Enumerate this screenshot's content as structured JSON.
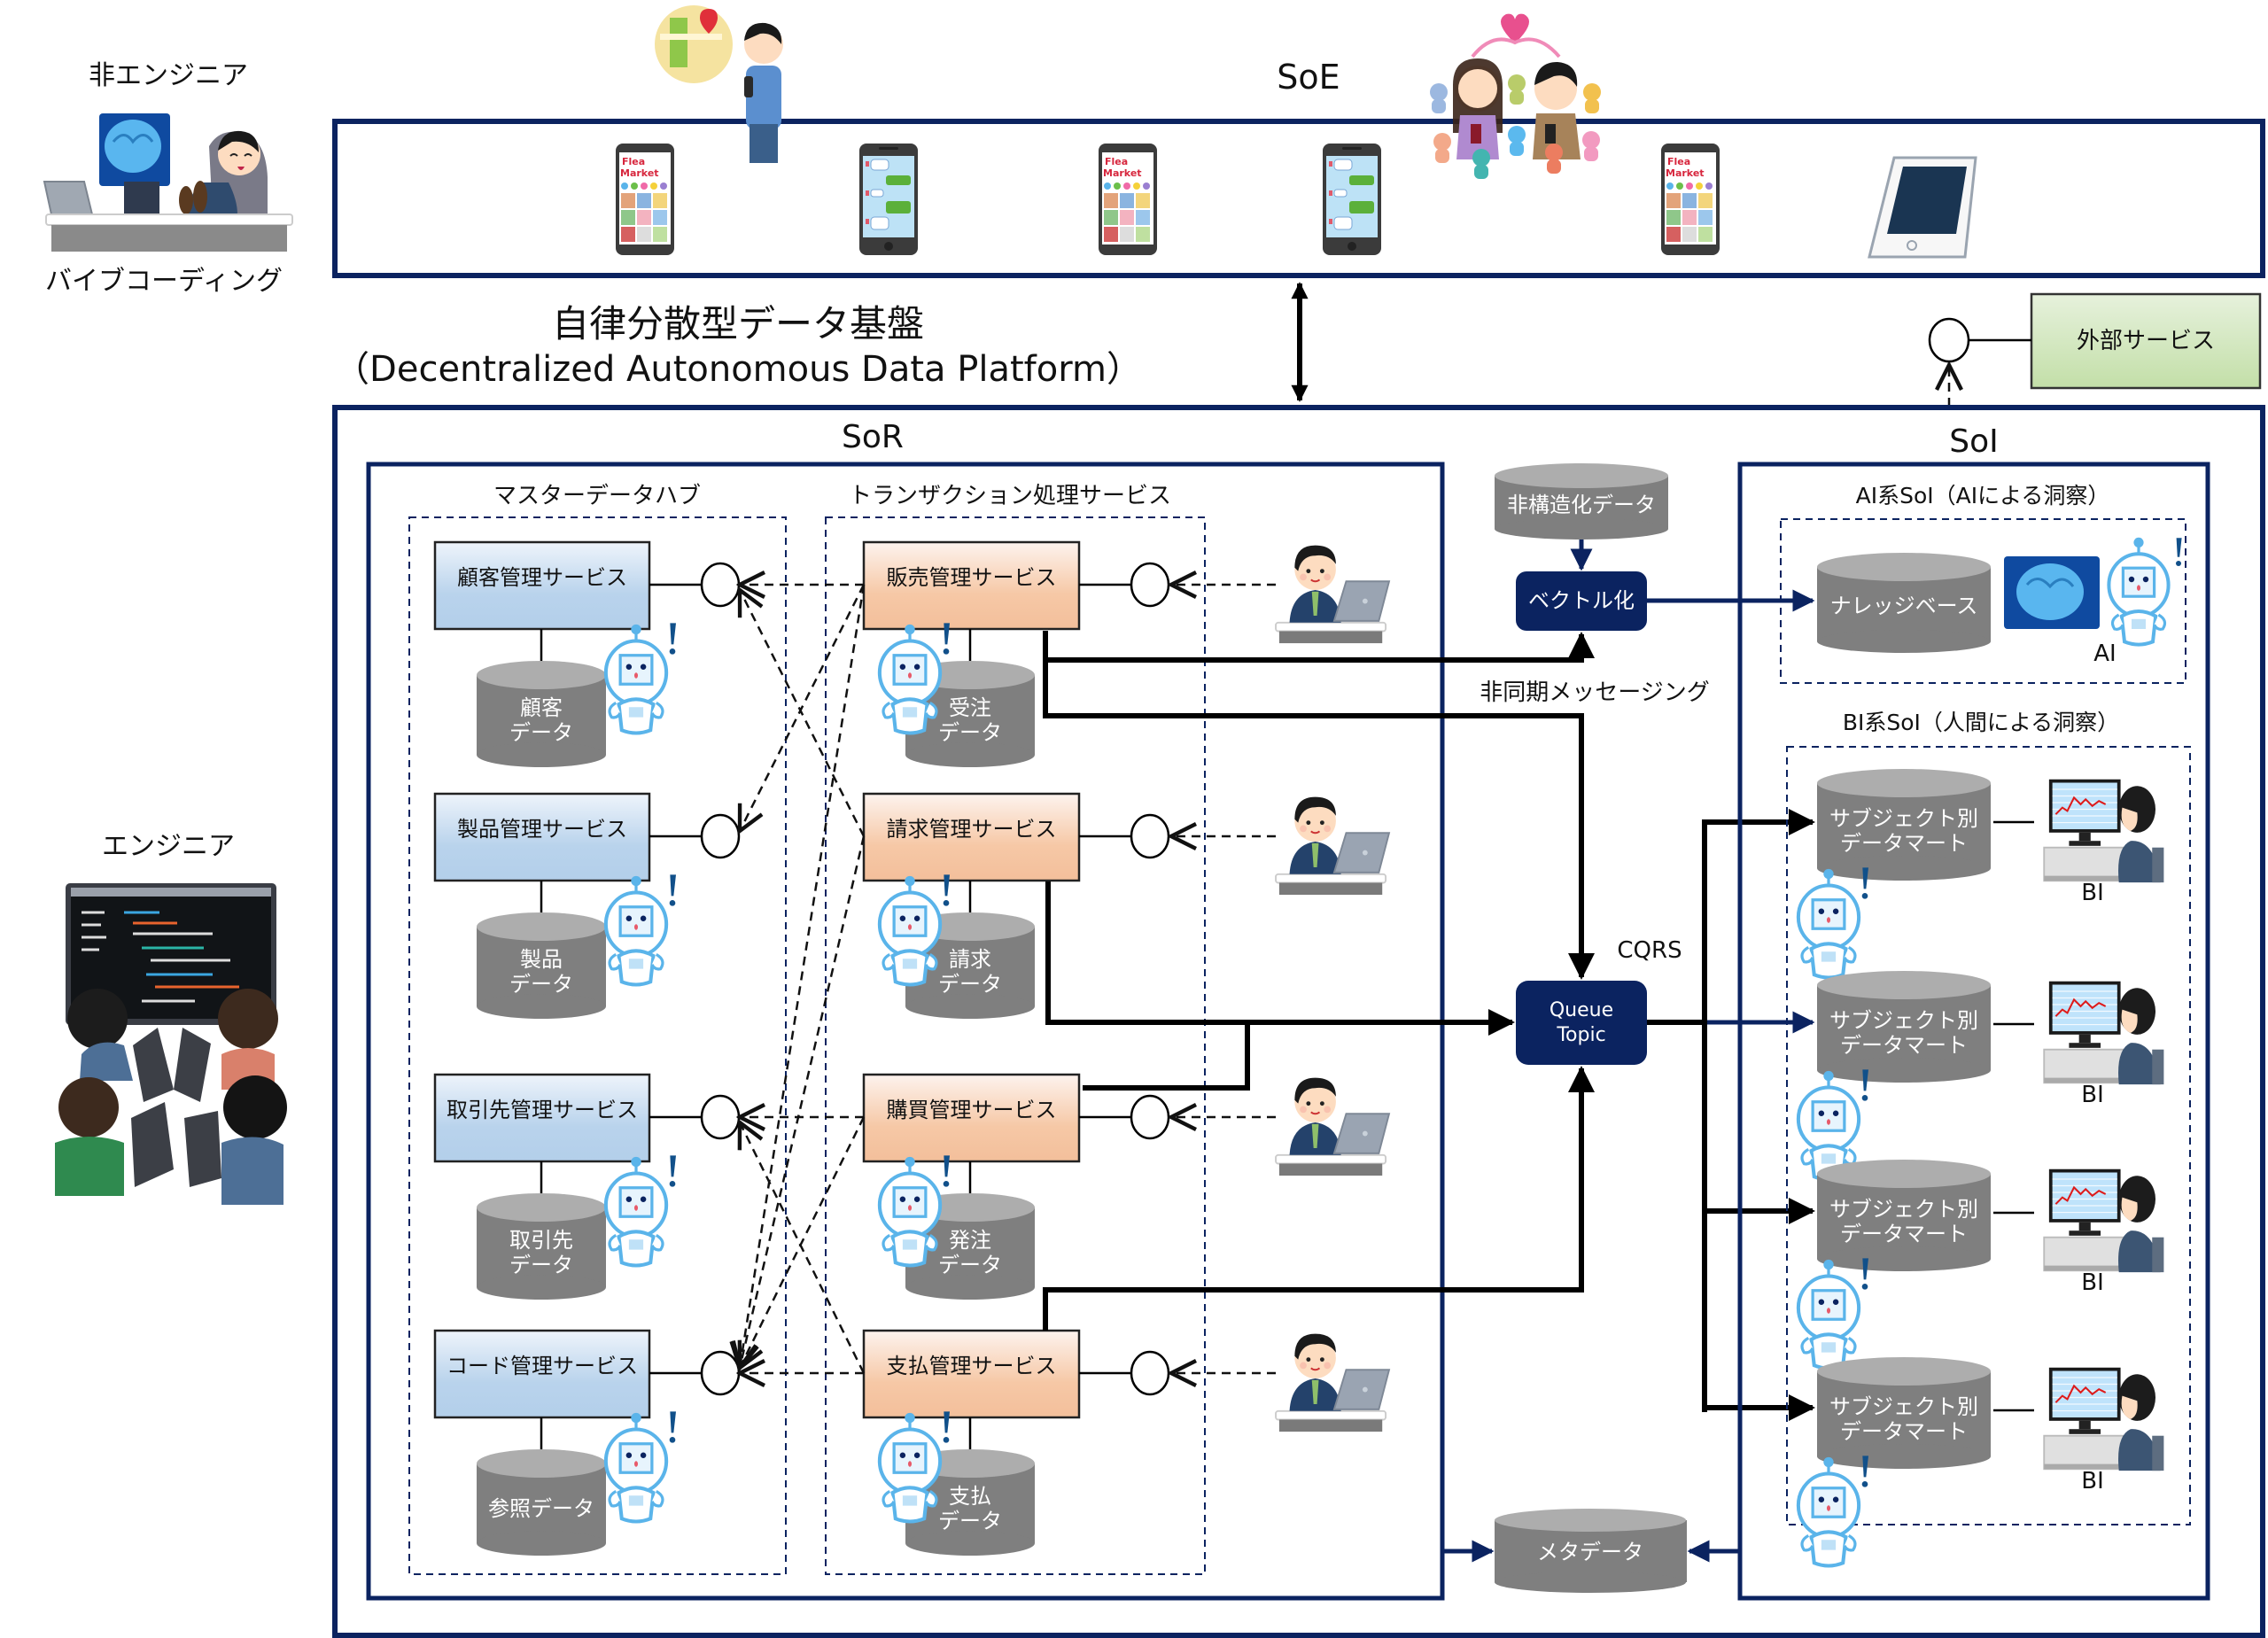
{
  "actors": {
    "non_engineer": {
      "title": "非エンジニア",
      "caption": "バイブコーディング",
      "icon": "relaxing-person-with-ai-brain-icon"
    },
    "engineer": {
      "title": "エンジニア",
      "icon": "engineering-team-icon"
    }
  },
  "soe": {
    "title": "SoE",
    "devices": [
      {
        "type": "flea-market-phone",
        "screen_title": [
          "Flea",
          "Market"
        ]
      },
      {
        "type": "chat-phone"
      },
      {
        "type": "flea-market-phone",
        "screen_title": [
          "Flea",
          "Market"
        ]
      },
      {
        "type": "chat-phone"
      },
      {
        "type": "flea-market-phone",
        "screen_title": [
          "Flea",
          "Market"
        ]
      },
      {
        "type": "tablet"
      }
    ]
  },
  "platform": {
    "title": "自律分散型データ基盤",
    "subtitle": "（Decentralized Autonomous Data Platform）"
  },
  "external": {
    "label": "外部サービス"
  },
  "sor": {
    "title": "SoR",
    "master_hub": {
      "title": "マスターデータハブ",
      "services": [
        {
          "name": "顧客管理サービス",
          "db": [
            "顧客",
            "データ"
          ]
        },
        {
          "name": "製品管理サービス",
          "db": [
            "製品",
            "データ"
          ]
        },
        {
          "name": "取引先管理サービス",
          "db": [
            "取引先",
            "データ"
          ]
        },
        {
          "name": "コード管理サービス",
          "db": [
            "参照データ"
          ]
        }
      ]
    },
    "transactions": {
      "title": "トランザクション処理サービス",
      "services": [
        {
          "name": "販売管理サービス",
          "db": [
            "受注",
            "データ"
          ]
        },
        {
          "name": "請求管理サービス",
          "db": [
            "請求",
            "データ"
          ]
        },
        {
          "name": "購買管理サービス",
          "db": [
            "発注",
            "データ"
          ]
        },
        {
          "name": "支払管理サービス",
          "db": [
            "支払",
            "データ"
          ]
        }
      ]
    },
    "dependencies": [
      {
        "from": "販売管理サービス",
        "to": "顧客管理サービス"
      },
      {
        "from": "販売管理サービス",
        "to": "製品管理サービス"
      },
      {
        "from": "販売管理サービス",
        "to": "コード管理サービス"
      },
      {
        "from": "請求管理サービス",
        "to": "顧客管理サービス"
      },
      {
        "from": "請求管理サービス",
        "to": "コード管理サービス"
      },
      {
        "from": "購買管理サービス",
        "to": "取引先管理サービス"
      },
      {
        "from": "購買管理サービス",
        "to": "コード管理サービス"
      },
      {
        "from": "支払管理サービス",
        "to": "取引先管理サービス"
      },
      {
        "from": "支払管理サービス",
        "to": "コード管理サービス"
      }
    ]
  },
  "middle": {
    "unstructured": "非構造化データ",
    "vectorize": "ベクトル化",
    "async_label": "非同期メッセージング",
    "cqrs_label": "CQRS",
    "queue": [
      "Queue",
      "Topic"
    ],
    "metadata": "メタデータ"
  },
  "soi": {
    "title": "SoI",
    "ai": {
      "title": "AI系SoI（AIによる洞察）",
      "knowledge_base": "ナレッジベース",
      "ai_label": "AI"
    },
    "bi": {
      "title": "BI系SoI（人間による洞察）",
      "marts": [
        {
          "name": [
            "サブジェクト別",
            "データマート"
          ],
          "user_label": "BI"
        },
        {
          "name": [
            "サブジェクト別",
            "データマート"
          ],
          "user_label": "BI"
        },
        {
          "name": [
            "サブジェクト別",
            "データマート"
          ],
          "user_label": "BI"
        },
        {
          "name": [
            "サブジェクト別",
            "データマート"
          ],
          "user_label": "BI"
        }
      ]
    }
  },
  "colors": {
    "frame_navy": "#0b2360",
    "master_box_top": "#eef4fb",
    "master_box_bottom": "#b3cfea",
    "txn_box_top": "#fdf1ea",
    "txn_box_bottom": "#f5c3a0",
    "external_box": "#cfe5b8",
    "cylinder_body": "#7f7f7f",
    "cylinder_top": "#adadad",
    "robot_blue": "#5ab4ea"
  }
}
